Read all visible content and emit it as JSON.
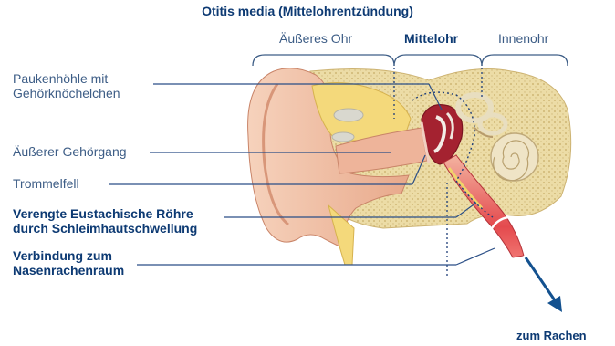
{
  "title": "Otitis media (Mittelohrentzündung)",
  "regions": {
    "outer": "Äußeres Ohr",
    "middle": "Mittelohr",
    "inner": "Innenohr"
  },
  "labels": {
    "tympanic_cavity": [
      "Paukenhöhle mit",
      "Gehörknöchelchen"
    ],
    "ear_canal": "Äußerer Gehörgang",
    "eardrum": "Trommelfell",
    "eustachian": [
      "Verengte Eustachische Röhre",
      "durch Schleimhautschwellung"
    ],
    "nasopharynx": [
      "Verbindung zum",
      "Nasenrachenraum"
    ]
  },
  "to_pharynx": "zum Rachen",
  "colors": {
    "text_dark": "#0d3a73",
    "text_light": "#3d5d86",
    "skin": "#f2c3a6",
    "skin_shadow": "#d89679",
    "bone": "#e9d9a0",
    "bone_dots": "#c9b26e",
    "tube": "#e04a4f",
    "arrow": "#13518f"
  }
}
